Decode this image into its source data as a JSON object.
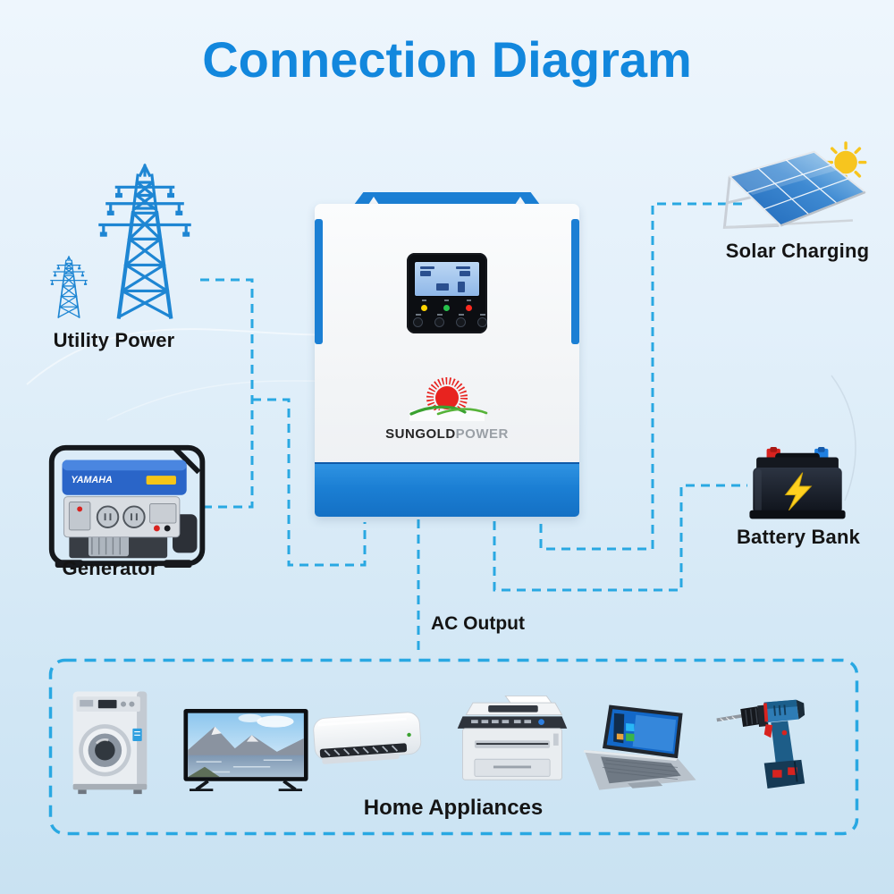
{
  "title": "Connection Diagram",
  "colors": {
    "title": "#1287dd",
    "line": "#29a8e2",
    "inverter_blue": "#1b7fd4",
    "label": "#141414"
  },
  "nodes": {
    "utility": {
      "label": "Utility Power"
    },
    "generator": {
      "label": "Generator",
      "brand": "YAMAHA"
    },
    "solar": {
      "label": "Solar Charging"
    },
    "battery": {
      "label": "Battery Bank"
    },
    "ac_output": {
      "label": "AC Output"
    },
    "appliances": {
      "label": "Home Appliances",
      "items": [
        "washing-machine",
        "television",
        "air-conditioner",
        "printer",
        "laptop",
        "power-drill"
      ]
    }
  },
  "inverter": {
    "brand_bold": "SUNGOLD",
    "brand_light": "POWER"
  }
}
